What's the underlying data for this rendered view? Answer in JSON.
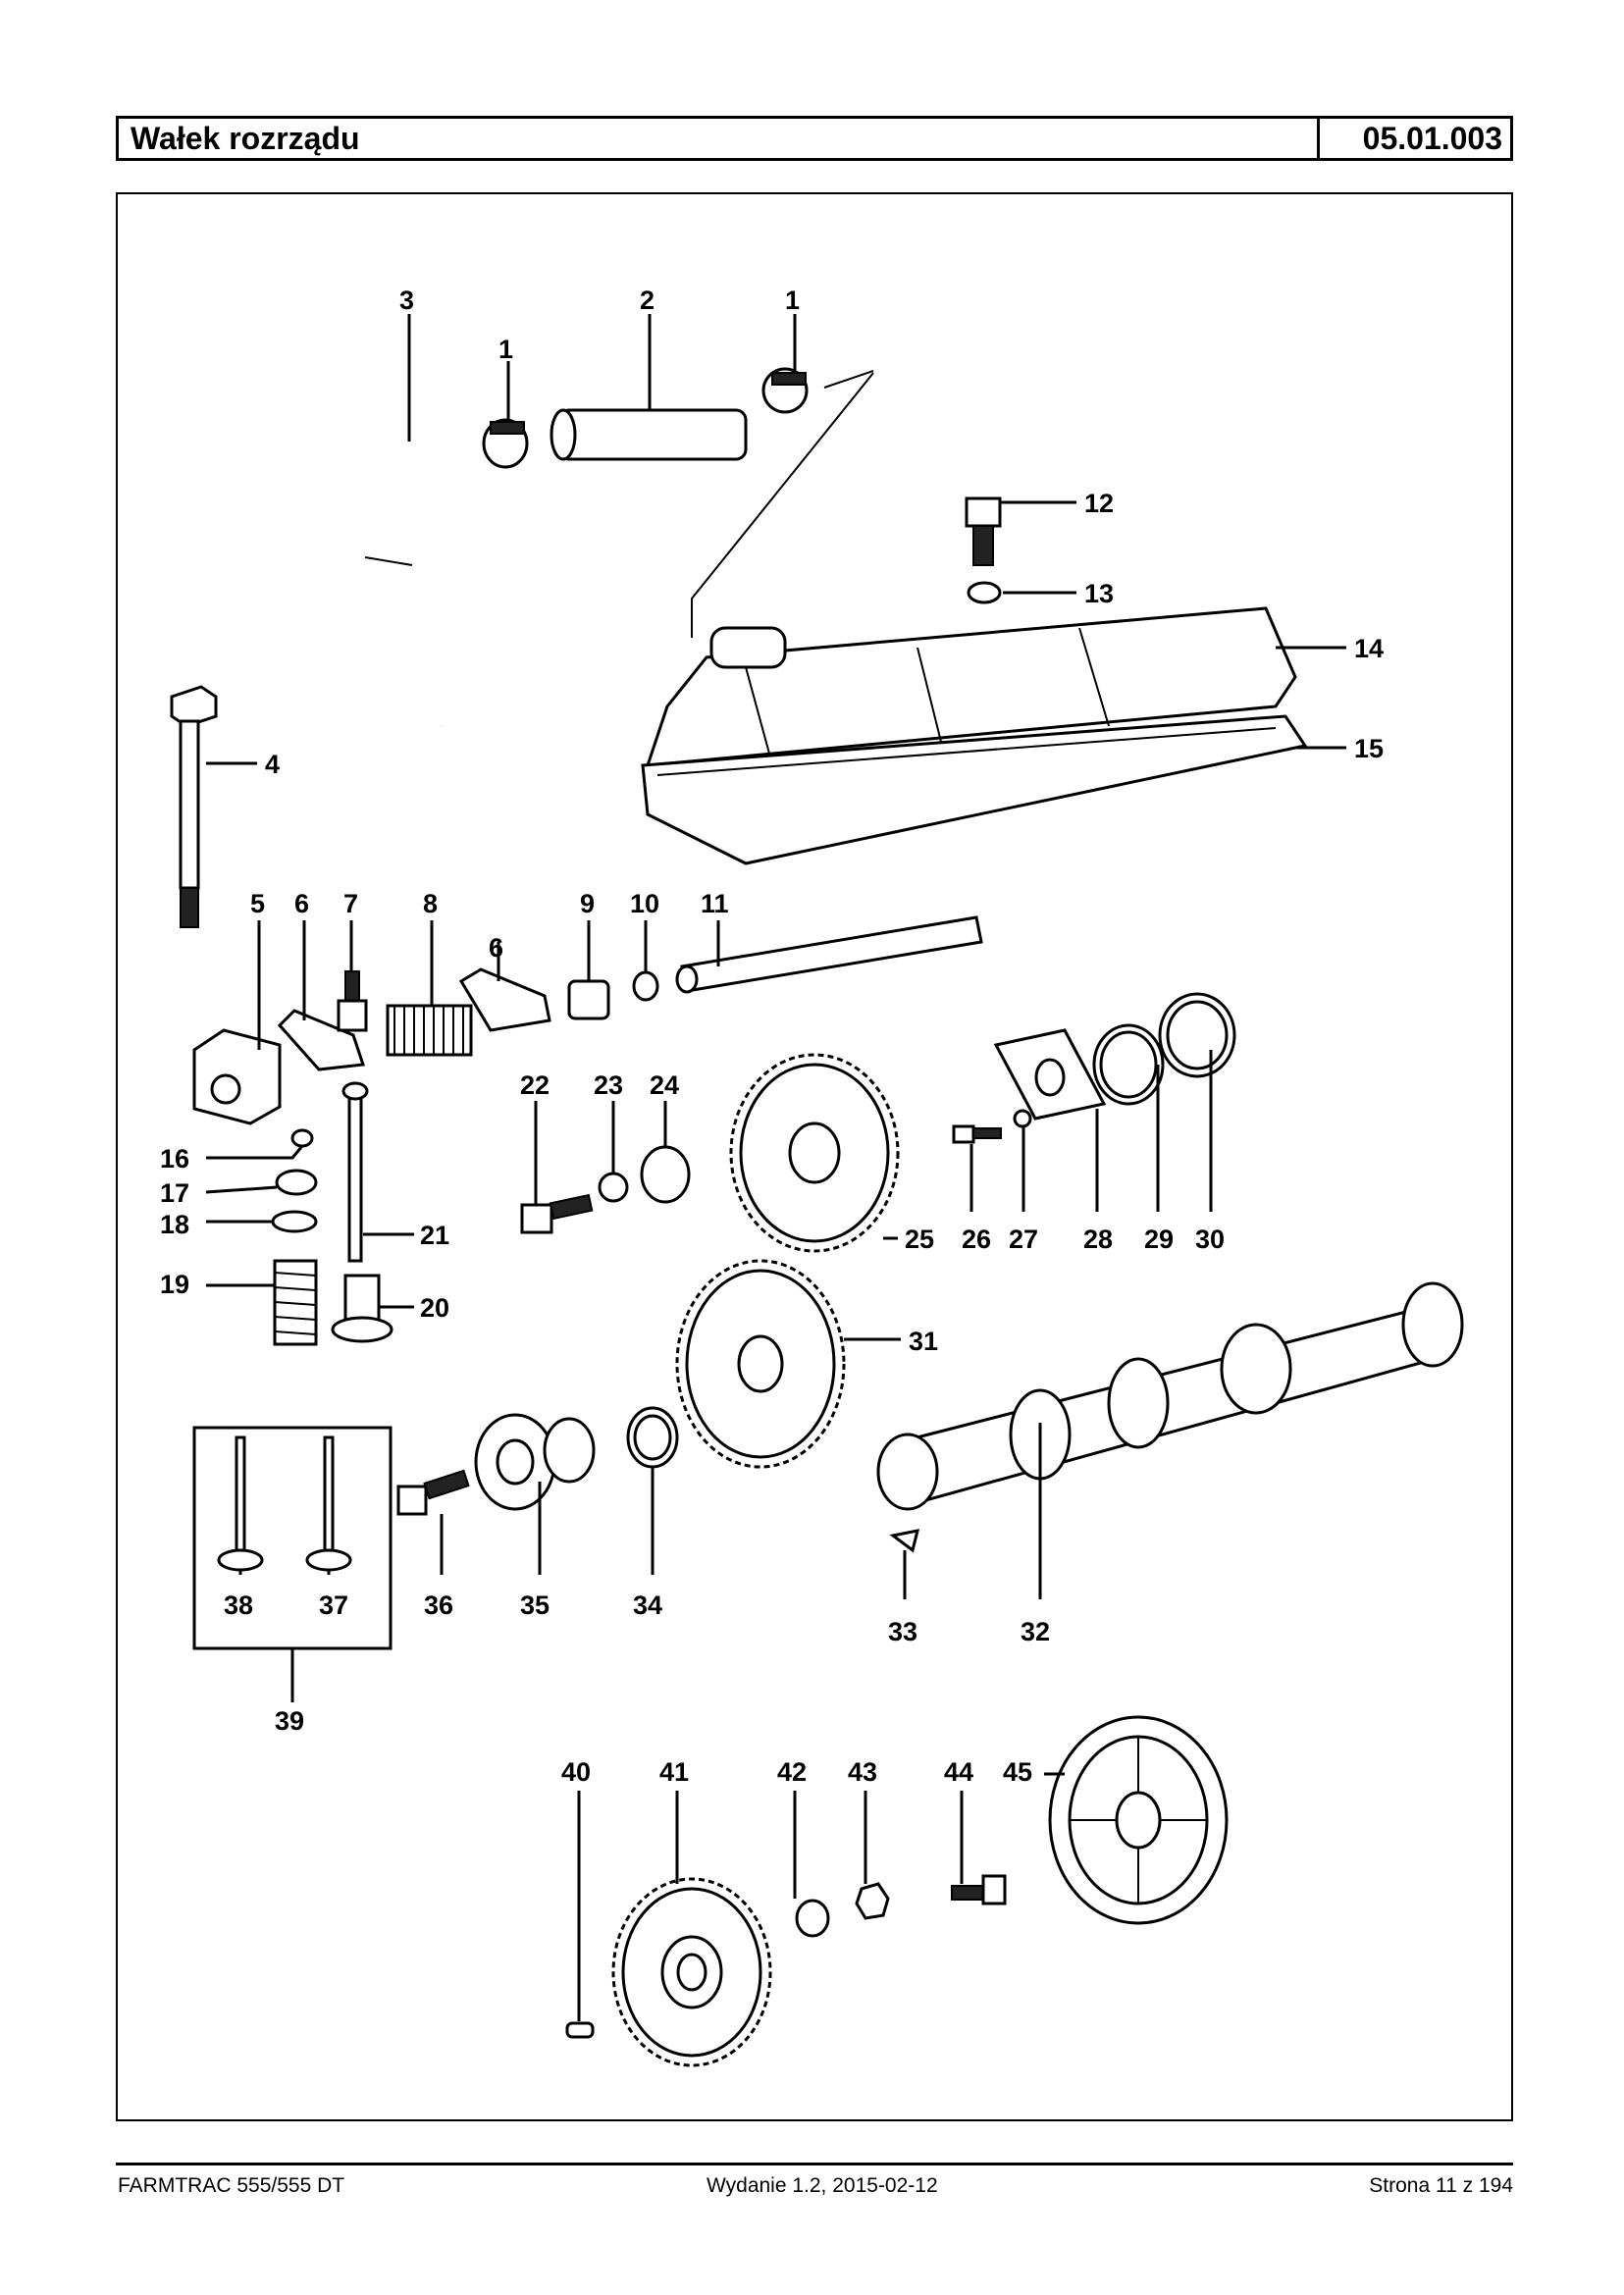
{
  "header": {
    "title": "Wałek rozrządu",
    "code": "05.01.003"
  },
  "footer": {
    "left": "FARMTRAC 555/555 DT",
    "center": "Wydanie 1.2,  2015-02-12",
    "right": "Strona 11 z 194"
  },
  "callouts": [
    "1",
    "1",
    "2",
    "3",
    "4",
    "5",
    "6",
    "6",
    "7",
    "8",
    "9",
    "10",
    "11",
    "12",
    "13",
    "14",
    "15",
    "16",
    "17",
    "18",
    "19",
    "20",
    "21",
    "22",
    "23",
    "24",
    "25",
    "26",
    "27",
    "28",
    "29",
    "30",
    "31",
    "32",
    "33",
    "34",
    "35",
    "36",
    "37",
    "38",
    "39",
    "40",
    "41",
    "42",
    "43",
    "44",
    "45"
  ]
}
